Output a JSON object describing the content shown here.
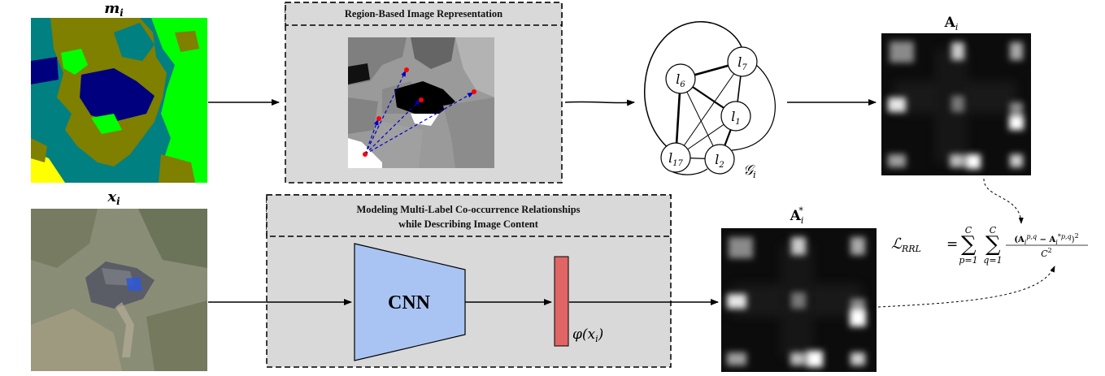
{
  "panel_top": {
    "title": "Region-Based Image Representation"
  },
  "panel_bottom": {
    "title_line1": "Modeling Multi-Label Co-occurrence Relationships",
    "title_line2": "while Describing Image Content",
    "cnn_label": "CNN",
    "feature_label": "φ(x",
    "feature_label_sub": "i",
    "feature_label_close": ")"
  },
  "labels": {
    "mask": "m",
    "mask_sub": "i",
    "image": "x",
    "image_sub": "i",
    "graph": "𝒢",
    "graph_sub": "i",
    "adj": "A",
    "adj_sub": "i",
    "adj_pred": "A",
    "adj_pred_sub": "i",
    "adj_pred_sup": "*"
  },
  "graph": {
    "nodes": [
      {
        "id": "l6",
        "text": "l",
        "sub": "6"
      },
      {
        "id": "l7",
        "text": "l",
        "sub": "7"
      },
      {
        "id": "l1",
        "text": "l",
        "sub": "1"
      },
      {
        "id": "l17",
        "text": "l",
        "sub": "17"
      },
      {
        "id": "l2",
        "text": "l",
        "sub": "2"
      }
    ]
  },
  "loss": {
    "lhs": "ℒ",
    "lhs_sub": "RRL",
    "equals": "=",
    "sum_upper": "C",
    "sum1_lower": "p=1",
    "sum2_lower": "q=1",
    "numerator": "(A",
    "num_sub_sup": "i",
    "num_sup1": "p,q",
    "minus": " − A",
    "num_sup2": "*p,q",
    "num_tail": ")",
    "num_square": "2",
    "denominator": "C",
    "den_square": "2"
  },
  "colors": {
    "cnn_fill": "#a9c4f2",
    "feature_fill": "#e06666",
    "panel_fill": "#d9d9d9",
    "mask_teal": "#008080",
    "mask_olive": "#7f7f00",
    "mask_green": "#00ff00",
    "mask_navy": "#00007f",
    "mask_yellow": "#ffff00",
    "graph_arrow": "#0000cc",
    "point": "#ff0000"
  }
}
